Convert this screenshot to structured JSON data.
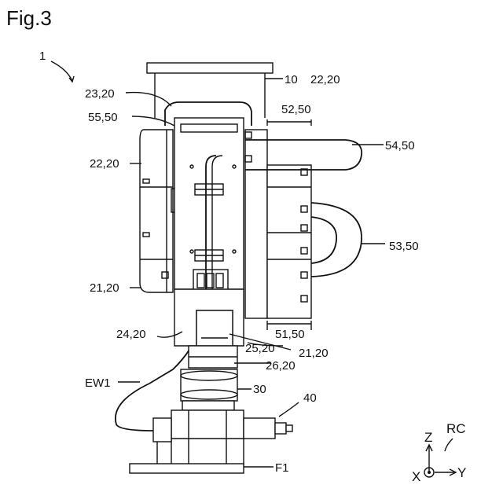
{
  "figure": {
    "title": "Fig.3"
  },
  "labels": {
    "robot": "1",
    "base_plate": "10",
    "l22_right": "22,20",
    "l23": "23,20",
    "l55": "55,50",
    "l52": "52,50",
    "l54": "54,50",
    "l22_left": "22,20",
    "l53": "53,50",
    "l21_left": "21,20",
    "l24": "24,20",
    "l51": "51,50",
    "l25": "25,20",
    "l21_right": "21,20",
    "l26": "26,20",
    "ew1": "EW1",
    "l30": "30",
    "l40": "40",
    "f1": "F1"
  },
  "coordinate_system": {
    "name": "RC",
    "z": "Z",
    "x": "X",
    "y": "Y"
  }
}
